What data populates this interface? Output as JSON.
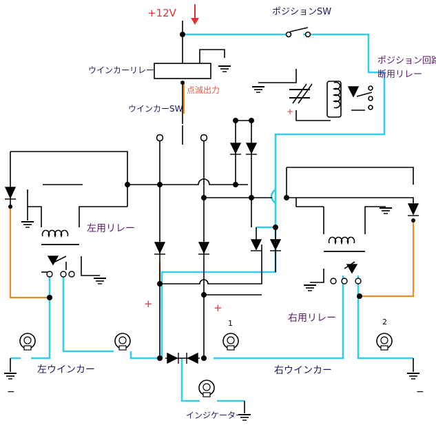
{
  "labels": {
    "supply": "+12V",
    "position_sw": "ポジションSW",
    "position_relay_line1": "ポジション回路",
    "position_relay_line2": "断用リレー",
    "blinker_relay": "ウインカーリレー",
    "flash_output": "点滅出力",
    "blinker_sw": "ウインカーSW",
    "left_relay": "左用リレー",
    "right_relay": "右用リレー",
    "left_blinker": "左ウインカー",
    "right_blinker": "右ウインカー",
    "indicator": "インジケーター",
    "plus_left": "+",
    "plus_right": "+",
    "plus_cap": "+",
    "lamp_1": "1",
    "lamp_2": "2",
    "minus_left": "−",
    "minus_right": "−"
  },
  "colors": {
    "wire": "#000000",
    "position_line": "#33ccee",
    "flash_line": "#ee8a22",
    "label_navy": "#1a1a5e",
    "label_purple": "#5a1a6e",
    "label_red": "#e0303a"
  }
}
